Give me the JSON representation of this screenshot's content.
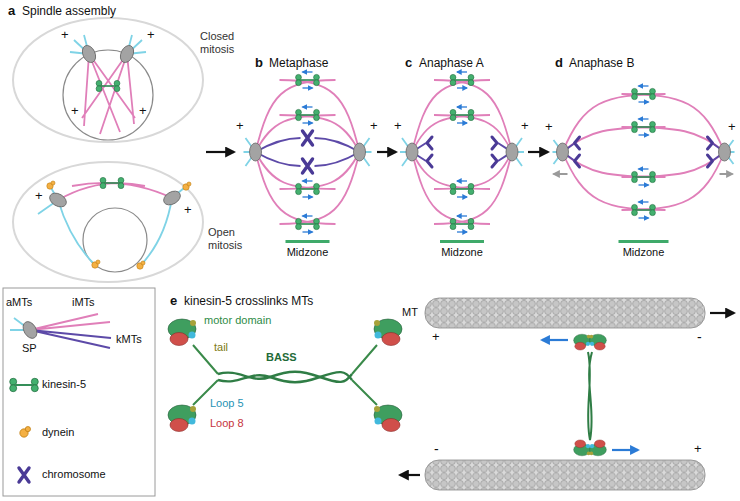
{
  "diagram": {
    "labels": [
      "a",
      "Spindle assembly",
      "Closed mitosis",
      "Open mitosis",
      "+",
      "+",
      "+",
      "+",
      "+",
      "+",
      "b",
      "Metaphase",
      "Midzone",
      "+",
      "+",
      "c",
      "Anaphase A",
      "Midzone",
      "+",
      "+",
      "d",
      "Anaphase B",
      "Midzone",
      "+",
      "+",
      "aMTs",
      "iMTs",
      "kMTs",
      "SP",
      "e",
      "kinesin-5 crosslinks MTs",
      "motor domain",
      "tail",
      "BASS",
      "Loop 5",
      "Loop 8",
      "MT",
      "+",
      "-",
      "-",
      "+"
    ],
    "legend": [
      {
        "text": "kinesin-5"
      },
      {
        "text": "dynein"
      },
      {
        "text": "chromosome"
      }
    ]
  }
}
